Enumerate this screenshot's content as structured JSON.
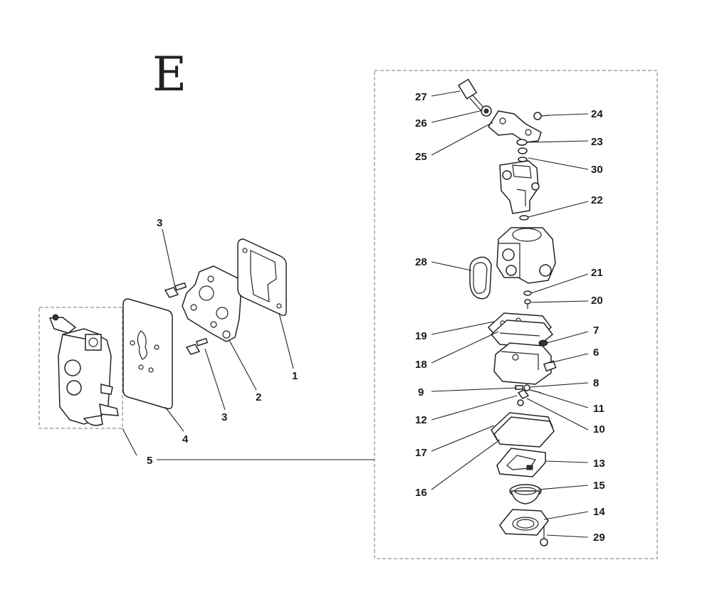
{
  "section_letter": "E",
  "callouts": [
    {
      "id": "p27",
      "label": "27"
    },
    {
      "id": "p26",
      "label": "26"
    },
    {
      "id": "p25",
      "label": "25"
    },
    {
      "id": "p24",
      "label": "24"
    },
    {
      "id": "p23",
      "label": "23"
    },
    {
      "id": "p30",
      "label": "30"
    },
    {
      "id": "p22",
      "label": "22"
    },
    {
      "id": "p28",
      "label": "28"
    },
    {
      "id": "p21",
      "label": "21"
    },
    {
      "id": "p20",
      "label": "20"
    },
    {
      "id": "p19",
      "label": "19"
    },
    {
      "id": "p7",
      "label": "7"
    },
    {
      "id": "p18",
      "label": "18"
    },
    {
      "id": "p6",
      "label": "6"
    },
    {
      "id": "p9",
      "label": "9"
    },
    {
      "id": "p8",
      "label": "8"
    },
    {
      "id": "p11",
      "label": "11"
    },
    {
      "id": "p12",
      "label": "12"
    },
    {
      "id": "p10",
      "label": "10"
    },
    {
      "id": "p17",
      "label": "17"
    },
    {
      "id": "p13",
      "label": "13"
    },
    {
      "id": "p16",
      "label": "16"
    },
    {
      "id": "p15",
      "label": "15"
    },
    {
      "id": "p14",
      "label": "14"
    },
    {
      "id": "p29",
      "label": "29"
    },
    {
      "id": "p3a",
      "label": "3"
    },
    {
      "id": "p3b",
      "label": "3"
    },
    {
      "id": "p1",
      "label": "1"
    },
    {
      "id": "p2",
      "label": "2"
    },
    {
      "id": "p4",
      "label": "4"
    },
    {
      "id": "p5",
      "label": "5"
    }
  ]
}
